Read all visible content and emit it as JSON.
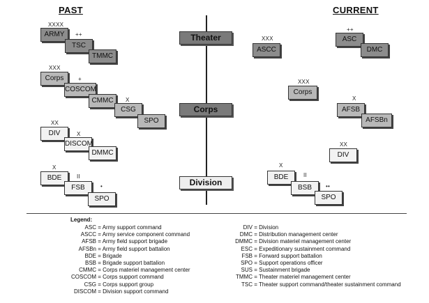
{
  "headings": {
    "past": "PAST",
    "current": "CURRENT"
  },
  "levels": {
    "theater": "Theater",
    "corps": "Corps",
    "division": "Division"
  },
  "past": {
    "army": "ARMY",
    "army_sym": "XXXX",
    "tsc": "TSC",
    "tsc_sym": "++",
    "tmmc": "TMMC",
    "corps": "Corps",
    "corps_sym": "XXX",
    "coscom": "COSCOM",
    "coscom_sym": "+",
    "cmmc": "CMMC",
    "csg": "CSG",
    "csg_sym": "X",
    "spo": "SPO",
    "div": "DIV",
    "div_sym": "XX",
    "discom": "DISCOM",
    "discom_sym": "X",
    "dmmc": "DMMC",
    "bde": "BDE",
    "bde_sym": "X",
    "fsb": "FSB",
    "fsb_sym": "II",
    "spo2": "SPO",
    "spo2_sym": "•"
  },
  "current": {
    "ascc": "ASCC",
    "ascc_sym": "XXX",
    "asc": "ASC",
    "asc_sym": "++",
    "dmc": "DMC",
    "corps": "Corps",
    "corps_sym": "XXX",
    "afsb": "AFSB",
    "afsb_sym": "X",
    "afsbn": "AFSBn",
    "div": "DIV",
    "div_sym": "XX",
    "bde": "BDE",
    "bde_sym": "X",
    "bsb": "BSB",
    "bsb_sym": "II",
    "spo": "SPO",
    "spo_sym": "••"
  },
  "legend": {
    "title": "Legend:",
    "col1": [
      {
        "abbr": "ASC",
        "def": "Army support command"
      },
      {
        "abbr": "ASCC",
        "def": "Army service component command"
      },
      {
        "abbr": "AFSB",
        "def": "Army field support brigade"
      },
      {
        "abbr": "AFSBn",
        "def": "Army field support battalion"
      },
      {
        "abbr": "BDE",
        "def": "Brigade"
      },
      {
        "abbr": "BSB",
        "def": "Brigade support battalion"
      },
      {
        "abbr": "CMMC",
        "def": "Corps materiel management center"
      },
      {
        "abbr": "COSCOM",
        "def": "Corps support command"
      },
      {
        "abbr": "CSG",
        "def": "Corps support group"
      },
      {
        "abbr": "DISCOM",
        "def": "Division support command"
      }
    ],
    "col2": [
      {
        "abbr": "DIV",
        "def": "Division"
      },
      {
        "abbr": "DMC",
        "def": "Distribution management center"
      },
      {
        "abbr": "DMMC",
        "def": "Division materiel management center"
      },
      {
        "abbr": "ESC",
        "def": "Expeditionary sustainment command"
      },
      {
        "abbr": "FSB",
        "def": "Forward support battalion"
      },
      {
        "abbr": "SPO",
        "def": "Support operations officer"
      },
      {
        "abbr": "SUS",
        "def": "Sustainment brigade"
      },
      {
        "abbr": "TMMC",
        "def": "Theater materiel management center"
      },
      {
        "abbr": "TSC",
        "def": "Theater support command/theater sustainment command"
      }
    ]
  }
}
